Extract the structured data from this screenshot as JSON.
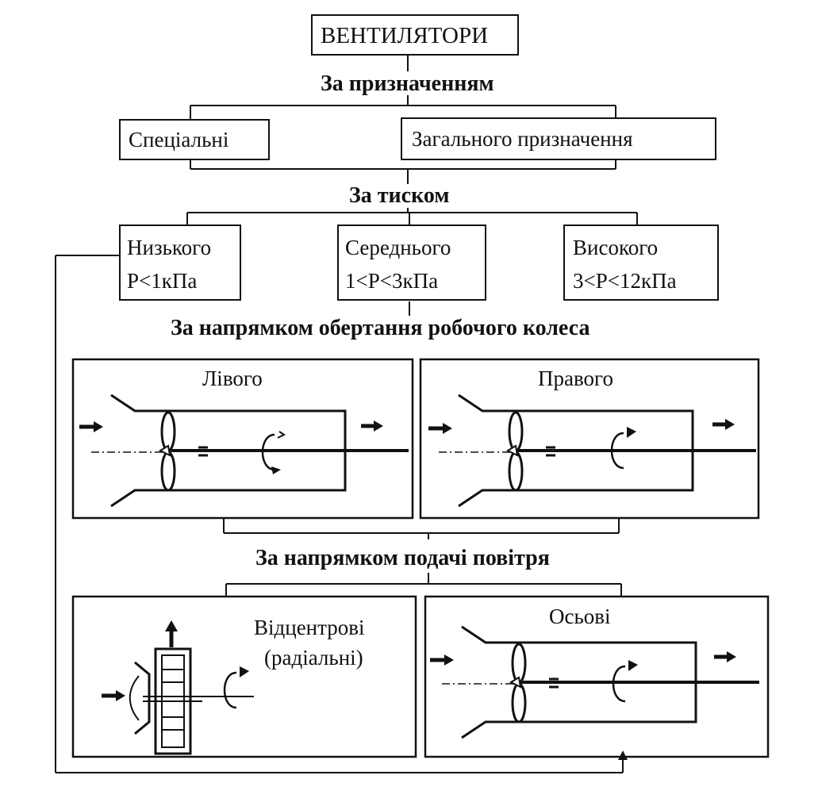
{
  "title": "ВЕНТИЛЯТОРИ",
  "by_purpose": {
    "heading": "За призначенням",
    "special": "Спеціальні",
    "general": "Загального призначення"
  },
  "by_pressure": {
    "heading": "За тиском",
    "low": {
      "name": "Низького",
      "range": "P<1кПа"
    },
    "medium": {
      "name": "Середнього",
      "range": "1<P<3кПа"
    },
    "high": {
      "name": "Високого",
      "range": "3<P<12кПа"
    }
  },
  "by_rotation": {
    "heading": "За напрямком обертання робочого колеса",
    "left": "Лівого",
    "right": "Правого"
  },
  "by_air_flow": {
    "heading": "За напрямком подачі повітря",
    "centrifugal_line1": "Відцентрові",
    "centrifugal_line2": "(радіальні)",
    "axial": "Осьові"
  }
}
